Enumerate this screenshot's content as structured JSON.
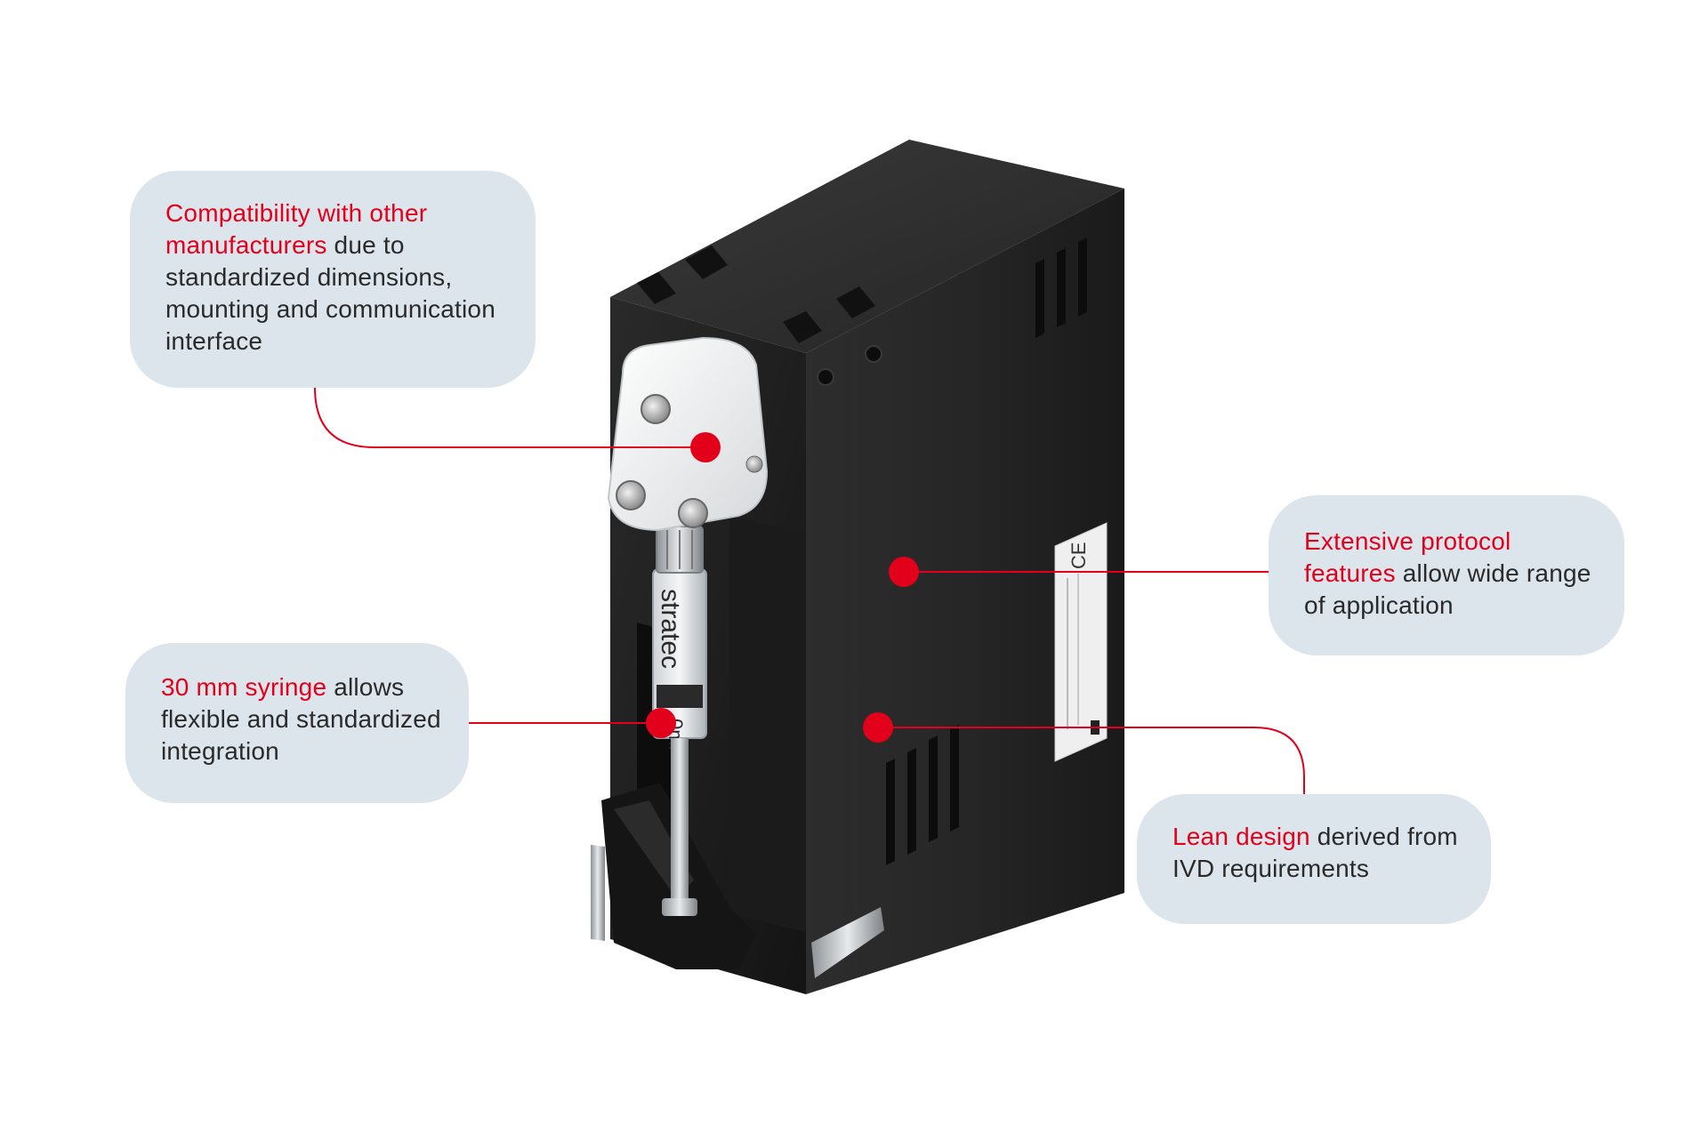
{
  "callouts": {
    "compatibility": {
      "highlight": "Compatibility with other manufacturers",
      "rest": " due to standardized dimensions, mounting and communication interface"
    },
    "syringe": {
      "highlight": "30 mm syringe",
      "rest": " allows flexible and standardized integration"
    },
    "protocol": {
      "highlight": "Extensive protocol features",
      "rest": " allow wide range of application"
    },
    "lean": {
      "highlight": "Lean design",
      "rest": " derived from IVD requirements"
    }
  },
  "product": {
    "syringe_brand": "stratec",
    "syringe_volume_mark": "0ml"
  },
  "colors": {
    "accent": "#e3001b",
    "callout_background": "#dde5ec",
    "body_text": "#2a2a2a",
    "device_body": "#1e1e1e",
    "valve_head": "#f2f2f2"
  },
  "icons": {
    "marker": "red-dot-icon",
    "certification": "ce-mark-icon"
  }
}
